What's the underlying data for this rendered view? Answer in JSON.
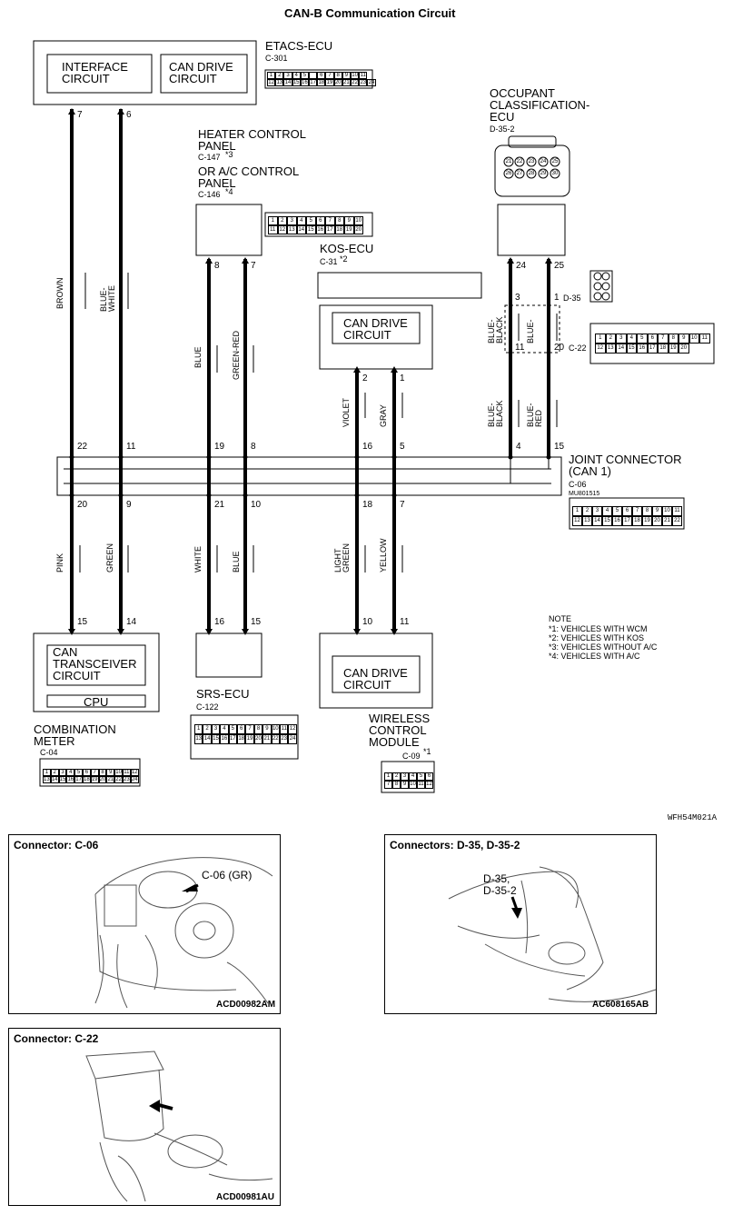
{
  "title": "CAN-B Communication Circuit",
  "etacs": {
    "name": "ETACS-ECU",
    "connector": "C-301",
    "interface": "INTERFACE\nCIRCUIT",
    "can_drive": "CAN DRIVE\nCIRCUIT",
    "pin_left": "7",
    "pin_right": "6",
    "conn_row1": [
      "1",
      "2",
      "3",
      "4",
      "5",
      "",
      "6",
      "7",
      "8",
      "9",
      "10",
      "11"
    ],
    "conn_row2": [
      "12",
      "13",
      "14",
      "15",
      "16",
      "17",
      "18",
      "19",
      "20",
      "21",
      "22",
      "23",
      "24"
    ]
  },
  "heater": {
    "name": "HEATER CONTROL\nPANEL",
    "connector": "C-147",
    "note": "*3",
    "alt_name": "OR A/C CONTROL\nPANEL",
    "alt_connector": "C-146",
    "alt_note": "*4",
    "pin_left": "8",
    "pin_right": "7",
    "conn_row1": [
      "1",
      "2",
      "3",
      "4",
      "5",
      "6",
      "7",
      "8",
      "9",
      "10"
    ],
    "conn_row2": [
      "11",
      "12",
      "13",
      "14",
      "15",
      "16",
      "17",
      "18",
      "19",
      "20"
    ]
  },
  "kos": {
    "name": "KOS-ECU",
    "connector": "C-31",
    "note": "*2",
    "can_drive": "CAN DRIVE\nCIRCUIT",
    "pin_left": "2",
    "pin_right": "1"
  },
  "occupant": {
    "name": "OCCUPANT\nCLASSIFICATION-\nECU",
    "connector": "D-35-2",
    "pin_left": "24",
    "pin_right": "25",
    "conn_row1": [
      "21",
      "22",
      "23",
      "24",
      "25"
    ],
    "conn_row2": [
      "26",
      "27",
      "28",
      "29",
      "30"
    ]
  },
  "d35": {
    "connector": "D-35",
    "pin_left": "3",
    "pin_right": "1"
  },
  "c22": {
    "connector": "C-22",
    "pin_left": "11",
    "pin_right": "20",
    "conn_row1": [
      "1",
      "2",
      "3",
      "4",
      "5",
      "6",
      "7",
      "8",
      "9",
      "10",
      "11"
    ],
    "conn_row2": [
      "12",
      "13",
      "14",
      "15",
      "16",
      "17",
      "18",
      "19",
      "20"
    ]
  },
  "joint": {
    "name": "JOINT CONNECTOR\n(CAN 1)",
    "connector": "C-06",
    "part": "MU801515",
    "top_pins": [
      "22",
      "11",
      "19",
      "8",
      "16",
      "5",
      "4",
      "15"
    ],
    "bottom_pins": [
      "20",
      "9",
      "21",
      "10",
      "18",
      "7"
    ],
    "conn_row1": [
      "1",
      "2",
      "3",
      "4",
      "5",
      "6",
      "7",
      "8",
      "9",
      "10",
      "11"
    ],
    "conn_row2": [
      "12",
      "13",
      "14",
      "15",
      "16",
      "17",
      "18",
      "19",
      "20",
      "21",
      "22"
    ]
  },
  "wires_top": [
    "BROWN",
    "BLUE-\nWHITE",
    "BLUE",
    "GREEN-RED",
    "VIOLET",
    "GRAY",
    "BLUE-\nBLACK",
    "BLUE-\nRED"
  ],
  "wires_mid": [
    "BLUE-\nBLACK",
    "BLUE-"
  ],
  "wires_bottom": [
    "PINK",
    "GREEN",
    "WHITE",
    "BLUE",
    "LIGHT\nGREEN",
    "YELLOW"
  ],
  "meter": {
    "name": "COMBINATION\nMETER",
    "connector": "C-04",
    "transceiver": "CAN\nTRANSCEIVER\nCIRCUIT",
    "cpu": "CPU",
    "pin_left": "15",
    "pin_right": "14",
    "conn_row1": [
      "1",
      "2",
      "3",
      "4",
      "5",
      "6",
      "7",
      "8",
      "9",
      "10",
      "11",
      "12"
    ],
    "conn_row2": [
      "13",
      "14",
      "15",
      "16",
      "17",
      "18",
      "19",
      "20",
      "21",
      "22",
      "23",
      "24"
    ]
  },
  "srs": {
    "name": "SRS-ECU",
    "connector": "C-122",
    "pin_left": "16",
    "pin_right": "15",
    "conn_row1": [
      "1",
      "2",
      "3",
      "4",
      "5",
      "6",
      "7",
      "8",
      "9",
      "10",
      "11",
      "12"
    ],
    "conn_row2": [
      "13",
      "14",
      "15",
      "16",
      "17",
      "18",
      "19",
      "20",
      "21",
      "22",
      "23",
      "24"
    ]
  },
  "wcm": {
    "name": "WIRELESS\nCONTROL\nMODULE",
    "connector": "C-09",
    "note": "*1",
    "can_drive": "CAN DRIVE\nCIRCUIT",
    "pin_left": "10",
    "pin_right": "11",
    "conn_row1": [
      "1",
      "2",
      "3",
      "4",
      "5",
      "6"
    ],
    "conn_row2": [
      "7",
      "8",
      "9",
      "10",
      "11",
      "12"
    ]
  },
  "notes": {
    "heading": "NOTE",
    "items": [
      "*1: VEHICLES WITH WCM",
      "*2: VEHICLES WITH KOS",
      "*3: VEHICLES WITHOUT A/C",
      "*4: VEHICLES WITH A/C"
    ]
  },
  "code": "WFH54M021A",
  "photos": [
    {
      "label": "Connector: C-06",
      "callout": "C-06 (GR)",
      "code": "ACD00982AM"
    },
    {
      "label": "Connectors: D-35, D-35-2",
      "callout": "D-35,\nD-35-2",
      "code": "AC608165AB"
    },
    {
      "label": "Connector: C-22",
      "callout": "",
      "code": "ACD00981AU"
    }
  ]
}
